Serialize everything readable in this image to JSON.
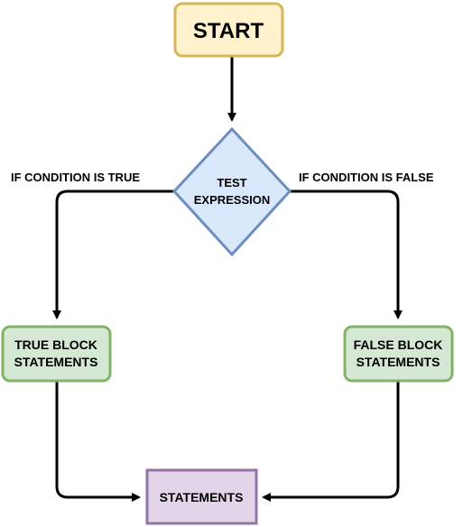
{
  "nodes": {
    "start": {
      "label": "START",
      "fill": "#fff2cc",
      "stroke": "#d6b656"
    },
    "decision": {
      "line1": "TEST",
      "line2": "EXPRESSION",
      "fill": "#dae8fc",
      "stroke": "#6c8ebf"
    },
    "true_block": {
      "line1": "TRUE BLOCK",
      "line2": "STATEMENTS",
      "fill": "#d5e8d4",
      "stroke": "#82b366"
    },
    "false_block": {
      "line1": "FALSE BLOCK",
      "line2": "STATEMENTS",
      "fill": "#d5e8d4",
      "stroke": "#82b366"
    },
    "statements": {
      "label": "STATEMENTS",
      "fill": "#e1d5e7",
      "stroke": "#9673a6"
    }
  },
  "edges": {
    "true_label": "IF CONDITION IS TRUE",
    "false_label": "IF CONDITION IS FALSE",
    "color": "#000000"
  }
}
